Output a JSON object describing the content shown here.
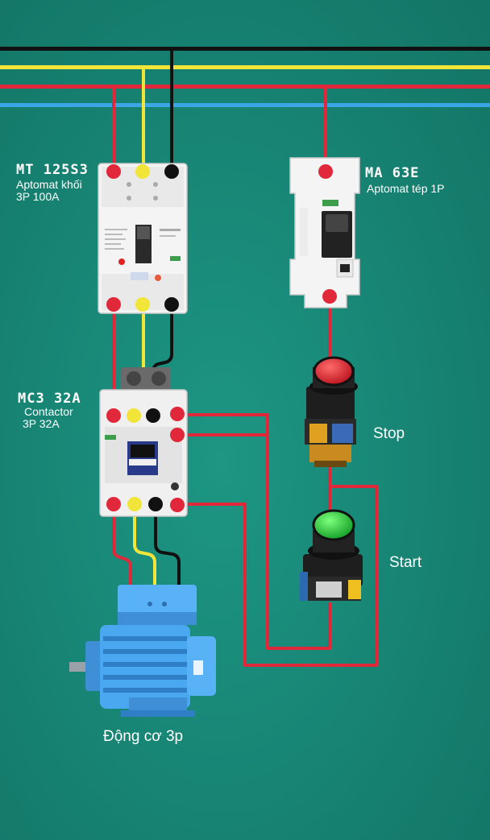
{
  "colors": {
    "background": "#178878",
    "bus_black": "#111111",
    "bus_yellow": "#f2e53a",
    "bus_red": "#e0283a",
    "bus_blue": "#3aa6e6",
    "stop_button": "#d8202a",
    "start_button": "#1ec93a",
    "motor": "#4aa8f0"
  },
  "components": {
    "main_breaker": {
      "code": "MT 125S3",
      "name": "Aptomat khối",
      "spec": "3P 100A"
    },
    "mini_breaker": {
      "code": "MA 63E",
      "name": "Aptomat tép 1P"
    },
    "contactor": {
      "code": "MC3 32A",
      "name": "Contactor",
      "spec": "3P 32A"
    },
    "stop_button": {
      "label": "Stop"
    },
    "start_button": {
      "label": "Start"
    },
    "motor": {
      "label": "Động cơ 3p"
    }
  }
}
